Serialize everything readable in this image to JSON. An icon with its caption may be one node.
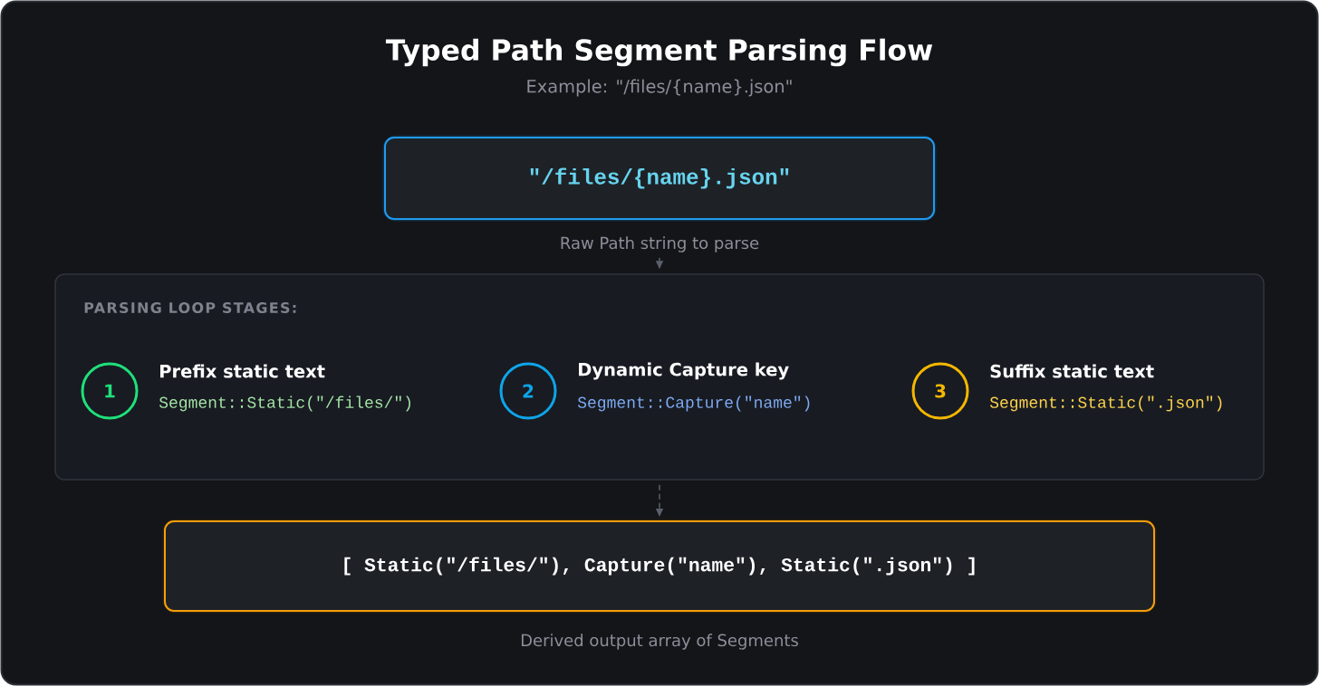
{
  "diagram": {
    "title": "Typed Path Segment Parsing Flow",
    "nodes": [
      {
        "text": [
          "\"/files/{name}.json\""
        ],
        "beside": [
          "Raw Path string to parse"
        ]
      },
      {
        "text": [
          "PARSING LOOP STAGES:"
        ]
      },
      {
        "text": [
          "1"
        ],
        "in": 1,
        "beside": [
          "Prefix static text",
          "Segment::Static(\"/files/\")"
        ]
      },
      {
        "text": [
          "2"
        ],
        "in": 1,
        "beside": [
          "Dynamic Capture key",
          "Segment::Capture(\"name\")"
        ]
      },
      {
        "text": [
          "3"
        ],
        "in": 1,
        "beside": [
          "Suffix static text",
          "Segment::Static(\".json\")"
        ]
      },
      {
        "text": [
          "[ Static(\"/files/\"), Capture(\"name\"), Static(\".json\") ]"
        ],
        "beside": [
          "Derived output array of Segments"
        ]
      }
    ],
    "edges": [
      {
        "from": 0,
        "to": 1,
        "arrow": "to"
      },
      {
        "from": 1,
        "to": 5,
        "arrow": "to",
        "style": "dashed"
      }
    ],
    "labels": [
      "Example: \"/files/{name}.json\""
    ]
  }
}
